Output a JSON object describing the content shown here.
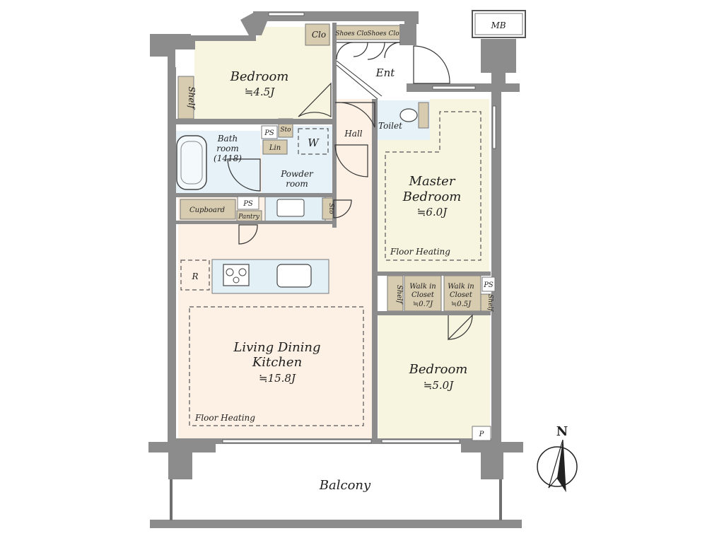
{
  "rooms": {
    "bedroom_nw": {
      "name": "Bedroom",
      "area": "≒4.5J"
    },
    "master_bedroom": {
      "name_line1": "Master",
      "name_line2": "Bedroom",
      "area": "≒6.0J",
      "note": "Floor Heating"
    },
    "ldk": {
      "name_line1": "Living Dining",
      "name_line2": "Kitchen",
      "area": "≒15.8J",
      "note": "Floor Heating"
    },
    "bedroom_se": {
      "name": "Bedroom",
      "area": "≒5.0J"
    },
    "bath": {
      "line1": "Bath",
      "line2": "room",
      "line3": "(1418)"
    },
    "powder": {
      "line1": "Powder",
      "line2": "room"
    },
    "balcony": {
      "name": "Balcony"
    },
    "walk_in_1": {
      "line1": "Walk in",
      "line2": "Closet",
      "area": "≒0.7J"
    },
    "walk_in_2": {
      "line1": "Walk in",
      "line2": "Closet",
      "area": "≒0.5J"
    }
  },
  "labels": {
    "clo": "Clo",
    "shoes_clo_1": "Shoes Clo",
    "shoes_clo_2": "Shoes Clo",
    "ent": "Ent",
    "hall": "Hall",
    "toilet": "Toilet",
    "mb": "MB",
    "shelf_nw": "Shelf",
    "shelf_wic": "Shelf",
    "shelf_small": "Shelf",
    "ps1": "PS",
    "ps2": "PS",
    "ps3": "PS",
    "sto1": "Sto",
    "sto2": "Sto",
    "lin": "Lin",
    "w": "W",
    "cupboard": "Cupboard",
    "pantry": "Pantry",
    "r": "R",
    "p": "P",
    "north": "N"
  },
  "colors": {
    "bedroom_fill": "#f7f4df",
    "ldk_fill": "#fdf0e4",
    "wet_fill": "#e6f2f8",
    "storage_fill": "#d8ccb0",
    "wall": "#8c8c8c",
    "kitchen_fill": "#e3f1f7"
  }
}
